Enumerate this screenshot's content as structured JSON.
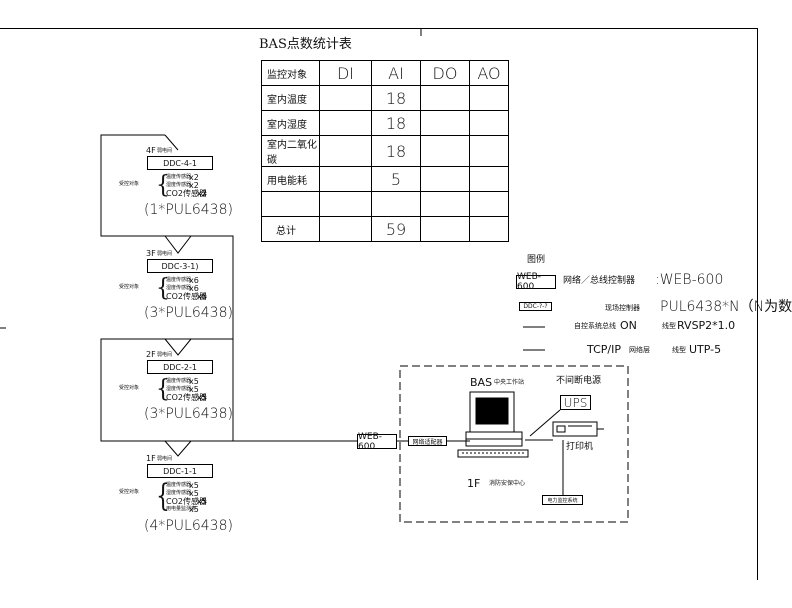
{
  "table": {
    "title": "BAS点数统计表",
    "headers": [
      "监控对象",
      "DI",
      "AI",
      "DO",
      "AO"
    ],
    "rows": [
      {
        "obj": "室内温度",
        "di": "",
        "ai": "18",
        "do": "",
        "ao": ""
      },
      {
        "obj": "室内湿度",
        "di": "",
        "ai": "18",
        "do": "",
        "ao": ""
      },
      {
        "obj": "室内二氧化碳",
        "di": "",
        "ai": "18",
        "do": "",
        "ao": ""
      },
      {
        "obj": "用电能耗",
        "di": "",
        "ai": "5",
        "do": "",
        "ao": ""
      },
      {
        "obj": "",
        "di": "",
        "ai": "",
        "do": "",
        "ao": ""
      },
      {
        "obj": "总计",
        "di": "",
        "ai": "59",
        "do": "",
        "ao": ""
      }
    ]
  },
  "floors": [
    {
      "floor_label": "4F",
      "room": "弱电间",
      "ddc": "DDC-4-1",
      "group": "受控对象",
      "sensors": [
        {
          "name": "温度传感器",
          "qty": "x2"
        },
        {
          "name": "湿度传感器",
          "qty": "x2"
        },
        {
          "name": "CO2传感器",
          "qty": "x2"
        }
      ],
      "controllers": "(1*PUL6438)"
    },
    {
      "floor_label": "3F",
      "room": "弱电间",
      "ddc": "DDC-3-1)",
      "group": "受控对象",
      "sensors": [
        {
          "name": "温度传感器",
          "qty": "x6"
        },
        {
          "name": "湿度传感器",
          "qty": "x6"
        },
        {
          "name": "CO2传感器",
          "qty": "x6"
        }
      ],
      "controllers": "(3*PUL6438)"
    },
    {
      "floor_label": "2F",
      "room": "弱电间",
      "ddc": "DDC-2-1",
      "group": "受控对象",
      "sensors": [
        {
          "name": "温度传感器",
          "qty": "x5"
        },
        {
          "name": "湿度传感器",
          "qty": "x5"
        },
        {
          "name": "CO2传感器",
          "qty": "x5"
        }
      ],
      "controllers": "(3*PUL6438)"
    },
    {
      "floor_label": "1F",
      "room": "弱电间",
      "ddc": "DDC-1-1",
      "group": "受控对象",
      "sensors": [
        {
          "name": "温度传感器",
          "qty": "x5"
        },
        {
          "name": "湿度传感器",
          "qty": "x5"
        },
        {
          "name": "CO2传感器",
          "qty": "x5"
        },
        {
          "name": "用电量监测表",
          "qty": "x5"
        }
      ],
      "controllers": "(4*PUL6438)"
    }
  ],
  "legend": {
    "title": "图例",
    "items": [
      {
        "symbol": "WEB-600",
        "desc": "网络／总线控制器",
        "value": ":WEB-600"
      },
      {
        "symbol": "DDC-?-?",
        "desc": "现场控制器",
        "value": "PUL6438*N（N为数"
      },
      {
        "symbol": "",
        "desc": "自控系统总线",
        "desc_tail": "ON",
        "value_prefix": "线型",
        "value": "RVSP2*1.0"
      },
      {
        "symbol": "",
        "desc": "TCP/IP",
        "desc_tail": "网络层",
        "value_prefix": "线型",
        "value": "UTP-5"
      }
    ]
  },
  "control_center": {
    "workstation_label": "BAS",
    "workstation_suffix": "中央工作站",
    "power_label": "不间断电源",
    "ups": "UPS",
    "printer": "打印机",
    "switch_box": "WEB-600",
    "adapter_label": "网络适配器",
    "room_label": "1F",
    "room_desc": "消防安保中心",
    "extra_box": "电力监控系统"
  }
}
